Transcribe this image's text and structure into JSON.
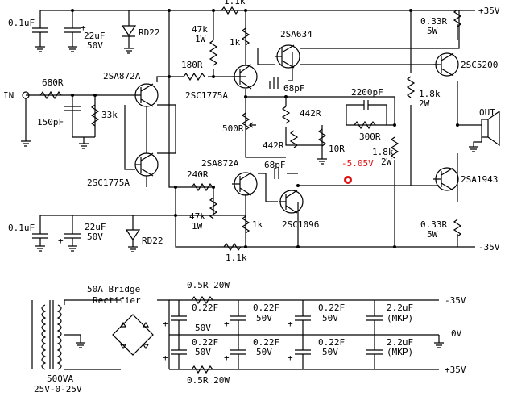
{
  "rails": {
    "pos": "+35V",
    "neg": "-35V",
    "gnd": "0V"
  },
  "input": {
    "label": "IN"
  },
  "output": {
    "label": "OUT"
  },
  "probe": {
    "value": "-5.05V",
    "color": "#e01010"
  },
  "parts": {
    "c_top_left": "0.1uF",
    "c_top_22u": "22uF",
    "c_top_22u_v": "50V",
    "d_top": "RD22",
    "r_in": "680R",
    "c_in": "150pF",
    "r_33k": "33k",
    "q_2sa872_top": "2SA872A",
    "q_2sc1775_left": "2SC1775A",
    "r_47k_top": "47k",
    "r_47k_top_w": "1W",
    "r_1k1_top": "1.1k",
    "r_1k_top": "1k",
    "r_180": "180R",
    "q_2sc1775_top": "2SC1775A",
    "q_2sa634": "2SA634",
    "c_68p_top": "68pF",
    "r_033_top": "0.33R",
    "r_033_top_w": "5W",
    "q_2sc5200": "2SC5200",
    "r_18k_top": "1.8k",
    "r_18k_top_w": "2W",
    "c_2200p": "2200pF",
    "r_442_top": "442R",
    "r_500": "500R",
    "r_300": "300R",
    "r_442_bot": "442R",
    "r_10": "10R",
    "r_18k_bot": "1.8k",
    "r_18k_bot_w": "2W",
    "q_2sa872_bot": "2SA872A",
    "r_240": "240R",
    "c_68p_bot": "68pF",
    "q_2sc1096": "2SC1096",
    "q_2sa1943": "2SA1943",
    "r_47k_bot": "47k",
    "r_47k_bot_w": "1W",
    "r_1k_bot": "1k",
    "r_1k1_bot": "1.1k",
    "r_033_bot": "0.33R",
    "r_033_bot_w": "5W",
    "c_bot_left": "0.1uF",
    "c_bot_22u": "22uF",
    "c_bot_22u_v": "50V",
    "d_bot": "RD22"
  },
  "psu": {
    "transformer": "500VA",
    "transformer_v": "25V-0-25V",
    "bridge_l1": "50A Bridge",
    "bridge_l2": "Rectifier",
    "r_top": "0.5R 20W",
    "r_bot": "0.5R 20W",
    "c022": "0.22F",
    "c022_v": "50V",
    "c22u": "2.2uF",
    "c22u_t": "(MKP)",
    "plus": "+"
  }
}
